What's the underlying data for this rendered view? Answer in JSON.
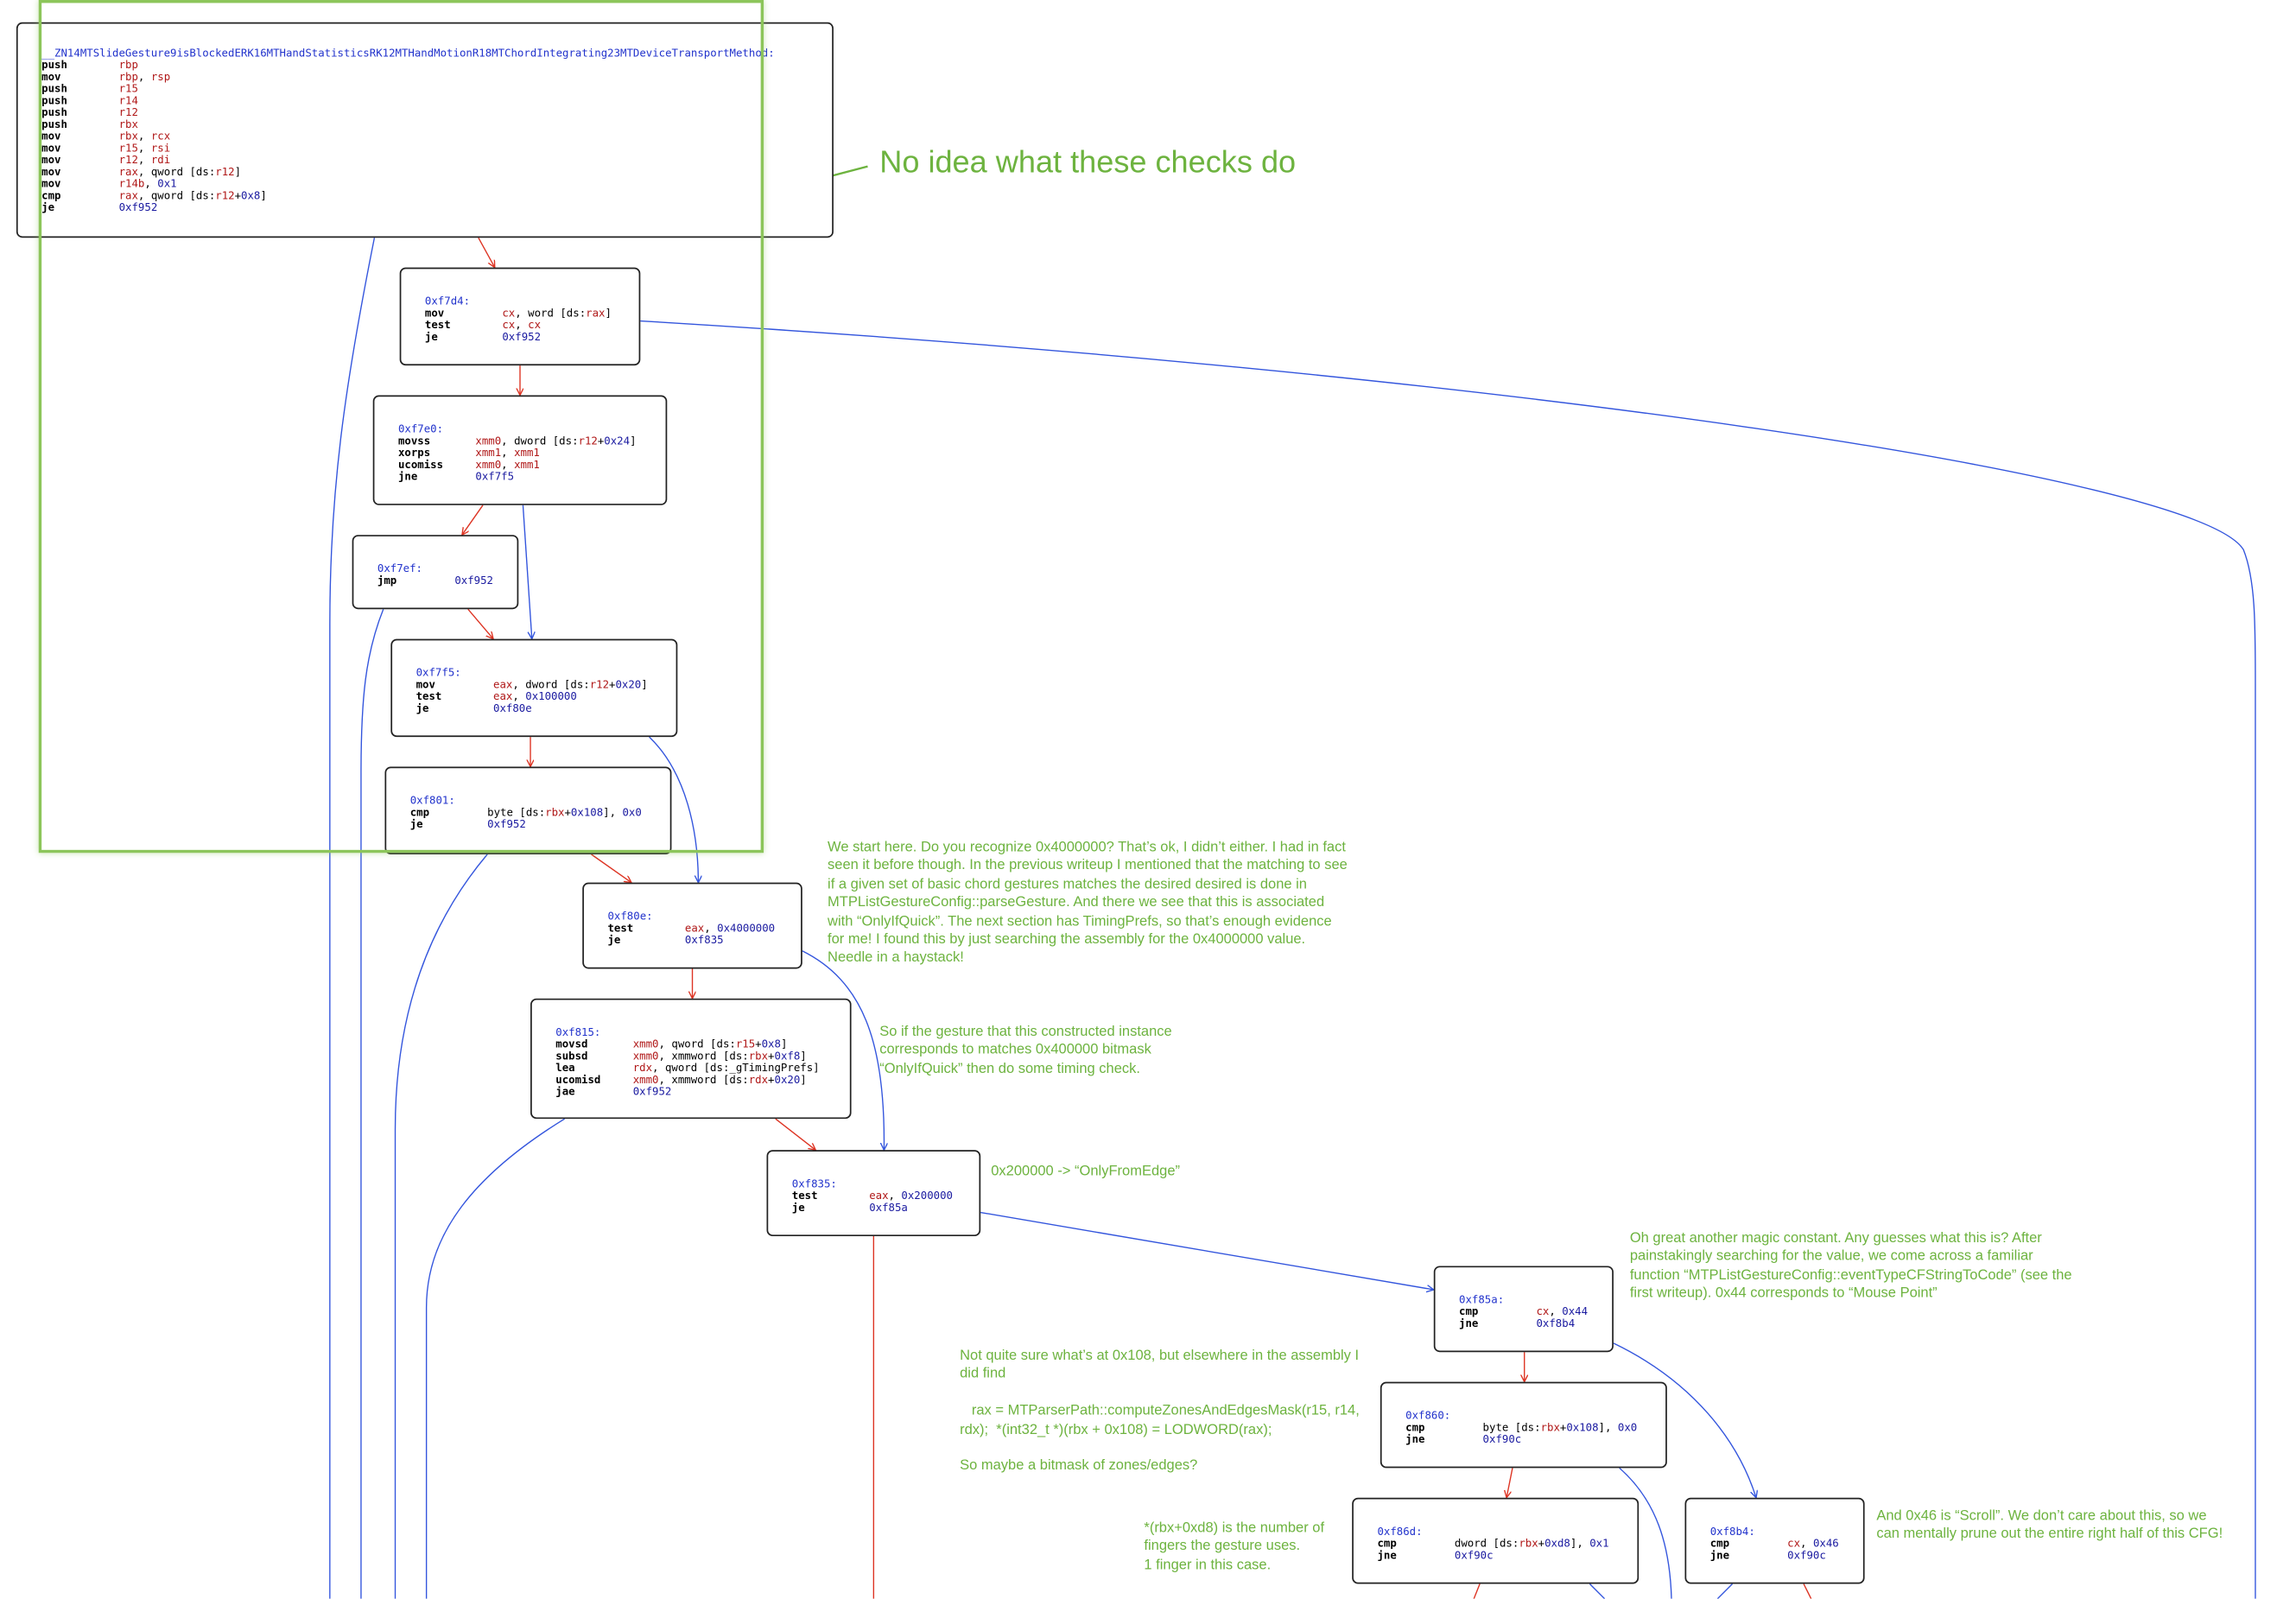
{
  "colors": {
    "true_edge": "#3355dd",
    "false_edge": "#dd3322",
    "annotation": "#6db33f",
    "address": "#2233cc",
    "register": "#b01818",
    "number": "#1a1aa0"
  },
  "blocks": {
    "entry": {
      "addr": "__ZN14MTSlideGesture9isBlockedERK16MTHandStatisticsRK12MTHandMotionR18MTChordIntegrating23MTDeviceTransportMethod:",
      "ins": [
        {
          "m": "push",
          "o": "rbp"
        },
        {
          "m": "mov",
          "o": "rbp, rsp"
        },
        {
          "m": "push",
          "o": "r15"
        },
        {
          "m": "push",
          "o": "r14"
        },
        {
          "m": "push",
          "o": "r12"
        },
        {
          "m": "push",
          "o": "rbx"
        },
        {
          "m": "mov",
          "o": "rbx, rcx"
        },
        {
          "m": "mov",
          "o": "r15, rsi"
        },
        {
          "m": "mov",
          "o": "r12, rdi"
        },
        {
          "m": "mov",
          "o": "rax, qword [ds:r12]"
        },
        {
          "m": "mov",
          "o": "r14b, 0x1"
        },
        {
          "m": "cmp",
          "o": "rax, qword [ds:r12+0x8]"
        },
        {
          "m": "je",
          "o": "0xf952"
        }
      ]
    },
    "f7d4": {
      "addr": "0xf7d4:",
      "ins": [
        {
          "m": "mov",
          "o": "cx, word [ds:rax]"
        },
        {
          "m": "test",
          "o": "cx, cx"
        },
        {
          "m": "je",
          "o": "0xf952"
        }
      ]
    },
    "f7e0": {
      "addr": "0xf7e0:",
      "ins": [
        {
          "m": "movss",
          "o": "xmm0, dword [ds:r12+0x24]"
        },
        {
          "m": "xorps",
          "o": "xmm1, xmm1"
        },
        {
          "m": "ucomiss",
          "o": "xmm0, xmm1"
        },
        {
          "m": "jne",
          "o": "0xf7f5"
        }
      ]
    },
    "f7ef": {
      "addr": "0xf7ef:",
      "ins": [
        {
          "m": "jmp",
          "o": "0xf952"
        }
      ]
    },
    "f7f5": {
      "addr": "0xf7f5:",
      "ins": [
        {
          "m": "mov",
          "o": "eax, dword [ds:r12+0x20]"
        },
        {
          "m": "test",
          "o": "eax, 0x100000"
        },
        {
          "m": "je",
          "o": "0xf80e"
        }
      ]
    },
    "f801": {
      "addr": "0xf801:",
      "ins": [
        {
          "m": "cmp",
          "o": "byte [ds:rbx+0x108], 0x0"
        },
        {
          "m": "je",
          "o": "0xf952"
        }
      ]
    },
    "f80e": {
      "addr": "0xf80e:",
      "ins": [
        {
          "m": "test",
          "o": "eax, 0x4000000"
        },
        {
          "m": "je",
          "o": "0xf835"
        }
      ]
    },
    "f815": {
      "addr": "0xf815:",
      "ins": [
        {
          "m": "movsd",
          "o": "xmm0, qword [ds:r15+0x8]"
        },
        {
          "m": "subsd",
          "o": "xmm0, xmmword [ds:rbx+0xf8]"
        },
        {
          "m": "lea",
          "o": "rdx, qword [ds:_gTimingPrefs]"
        },
        {
          "m": "ucomisd",
          "o": "xmm0, xmmword [ds:rdx+0x20]"
        },
        {
          "m": "jae",
          "o": "0xf952"
        }
      ]
    },
    "f835": {
      "addr": "0xf835:",
      "ins": [
        {
          "m": "test",
          "o": "eax, 0x200000"
        },
        {
          "m": "je",
          "o": "0xf85a"
        }
      ]
    },
    "f85a": {
      "addr": "0xf85a:",
      "ins": [
        {
          "m": "cmp",
          "o": "cx, 0x44"
        },
        {
          "m": "jne",
          "o": "0xf8b4"
        }
      ]
    },
    "f860": {
      "addr": "0xf860:",
      "ins": [
        {
          "m": "cmp",
          "o": "byte [ds:rbx+0x108], 0x0"
        },
        {
          "m": "jne",
          "o": "0xf90c"
        }
      ]
    },
    "f86d": {
      "addr": "0xf86d:",
      "ins": [
        {
          "m": "cmp",
          "o": "dword [ds:rbx+0xd8], 0x1"
        },
        {
          "m": "jne",
          "o": "0xf90c"
        }
      ]
    },
    "f8b4": {
      "addr": "0xf8b4:",
      "ins": [
        {
          "m": "cmp",
          "o": "cx, 0x46"
        },
        {
          "m": "jne",
          "o": "0xf90c"
        }
      ]
    }
  },
  "notes": {
    "checks": "No idea what these checks do",
    "start": "We start here. Do you recognize 0x4000000? That’s ok, I didn’t either. I had in fact\nseen it before though. In the previous writeup I mentioned that the matching to see\nif a given set of basic chord gestures matches the desired desired is done in\nMTPListGestureConfig::parseGesture. And there we see that this is associated\nwith “OnlyIfQuick”. The next section has TimingPrefs, so that’s enough evidence\nfor me! I found this by just searching the assembly for the 0x4000000 value.\nNeedle in a haystack!",
    "timing": "So if the gesture that this constructed instance\ncorresponds to matches 0x400000 bitmask\n“OnlyIfQuick” then do some timing check.",
    "edge": "0x200000 -> “OnlyFromEdge”",
    "magic": "Oh great another magic constant. Any guesses what this is? After\npainstakingly searching for the value, we come across a familiar\nfunction “MTPListGestureConfig::eventTypeCFStringToCode” (see the\nfirst writeup). 0x44 corresponds to “Mouse Point”",
    "zones": "Not quite sure what’s at 0x108, but elsewhere in the assembly I\ndid find\n\n   rax = MTParserPath::computeZonesAndEdgesMask(r15, r14,\nrdx);  *(int32_t *)(rbx + 0x108) = LODWORD(rax);\n\nSo maybe a bitmask of zones/edges?",
    "fingers": "*(rbx+0xd8) is the number of\nfingers the gesture uses.\n1 finger in this case.",
    "scroll": "And 0x46 is “Scroll”. We don’t care about this, so we\ncan mentally prune out the entire right half of this CFG!"
  }
}
